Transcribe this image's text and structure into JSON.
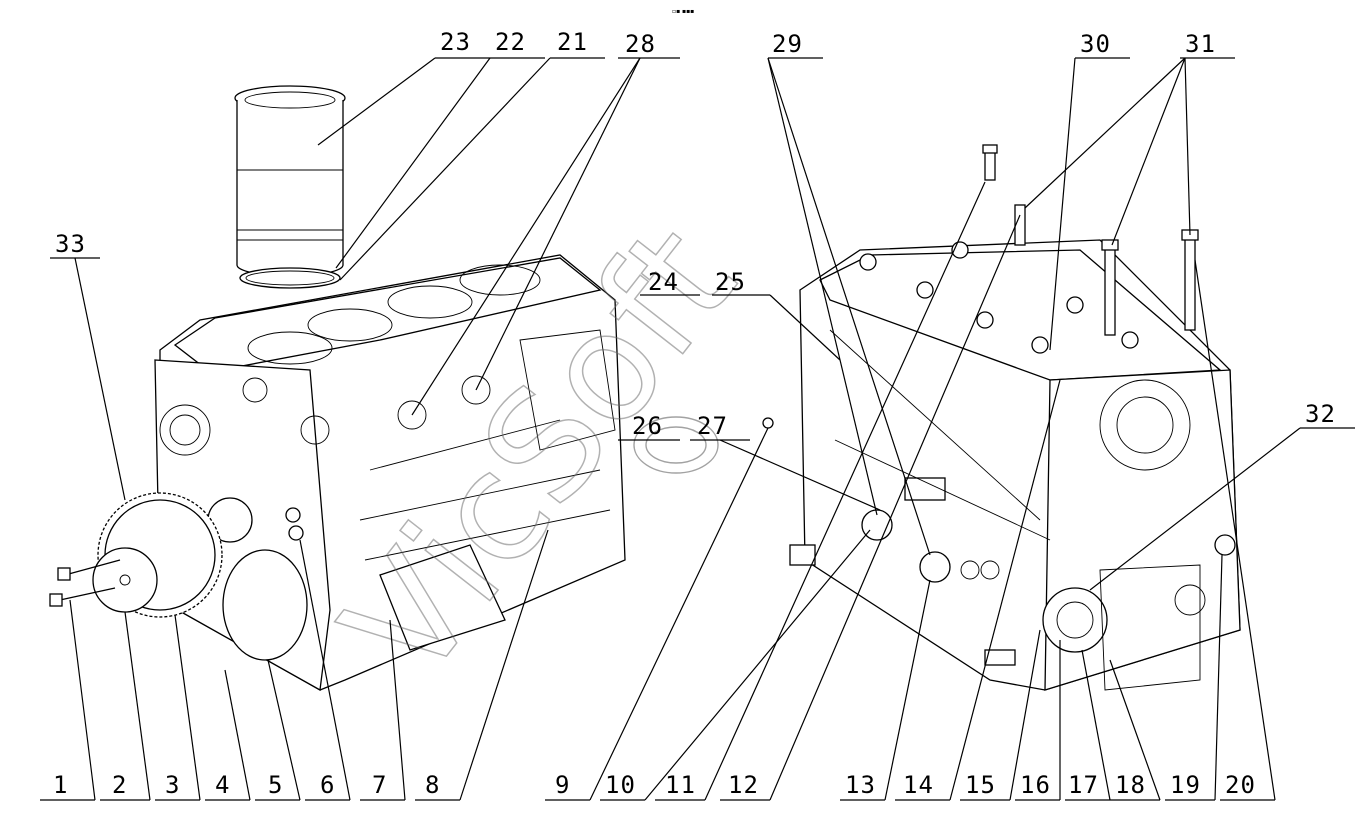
{
  "top_mark": "▫▪ ▪▪▪",
  "bottom_labels": [
    "1",
    "2",
    "3",
    "4",
    "5",
    "6",
    "7",
    "8",
    "9",
    "10",
    "11",
    "12",
    "13",
    "14",
    "15",
    "16",
    "17",
    "18",
    "19",
    "20"
  ],
  "top_labels": [
    "23",
    "22",
    "21",
    "28",
    "29",
    "30",
    "31"
  ],
  "mid_labels": [
    "33",
    "24",
    "25",
    "26",
    "27",
    "32"
  ],
  "watermark": {
    "text": "VicSoft"
  }
}
